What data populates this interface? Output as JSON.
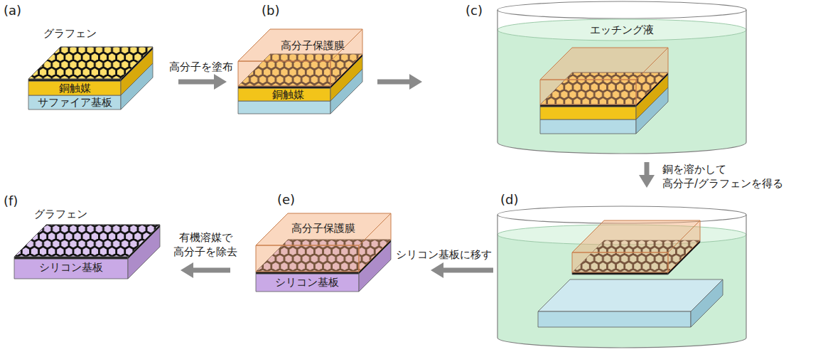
{
  "diagram": {
    "nodes": [
      {
        "text": [
          "(a)"
        ]
      },
      {
        "text": [
          "グラフェン"
        ],
        "in": 0
      },
      {
        "text": [
          "銅触媒"
        ],
        "in": 0
      },
      {
        "text": [
          "サファイア基板"
        ],
        "in": 0
      },
      {
        "text": [
          "(b)"
        ]
      },
      {
        "text": [
          "高分子保護膜"
        ],
        "in": 4
      },
      {
        "text": [
          "銅触媒"
        ],
        "in": 4
      },
      {
        "text": [
          "(c)"
        ]
      },
      {
        "text": [
          "エッチング液"
        ],
        "in": 7
      },
      {
        "text": [
          "(d)"
        ]
      },
      {
        "text": [
          "(e)"
        ]
      },
      {
        "text": [
          "高分子保護膜"
        ],
        "in": 10
      },
      {
        "text": [
          "シリコン基板"
        ],
        "in": 10
      },
      {
        "text": [
          "(f)"
        ]
      },
      {
        "text": [
          "グラフェン"
        ],
        "in": 13
      },
      {
        "text": [
          "シリコン基板"
        ],
        "in": 13
      }
    ],
    "edges": [
      {
        "from": 0,
        "to": 4,
        "label": "高分子を塗布",
        "arrow": "to"
      },
      {
        "from": 4,
        "to": 7,
        "arrow": "to"
      },
      {
        "from": 7,
        "to": 9,
        "label": "銅を溶かして 高分子/グラフェンを得る",
        "arrow": "to"
      },
      {
        "from": 9,
        "to": 10,
        "label": "シリコン基板に移す",
        "arrow": "to"
      },
      {
        "from": 10,
        "to": 13,
        "label": "有機溶媒で 高分子を除去",
        "arrow": "to"
      }
    ]
  }
}
